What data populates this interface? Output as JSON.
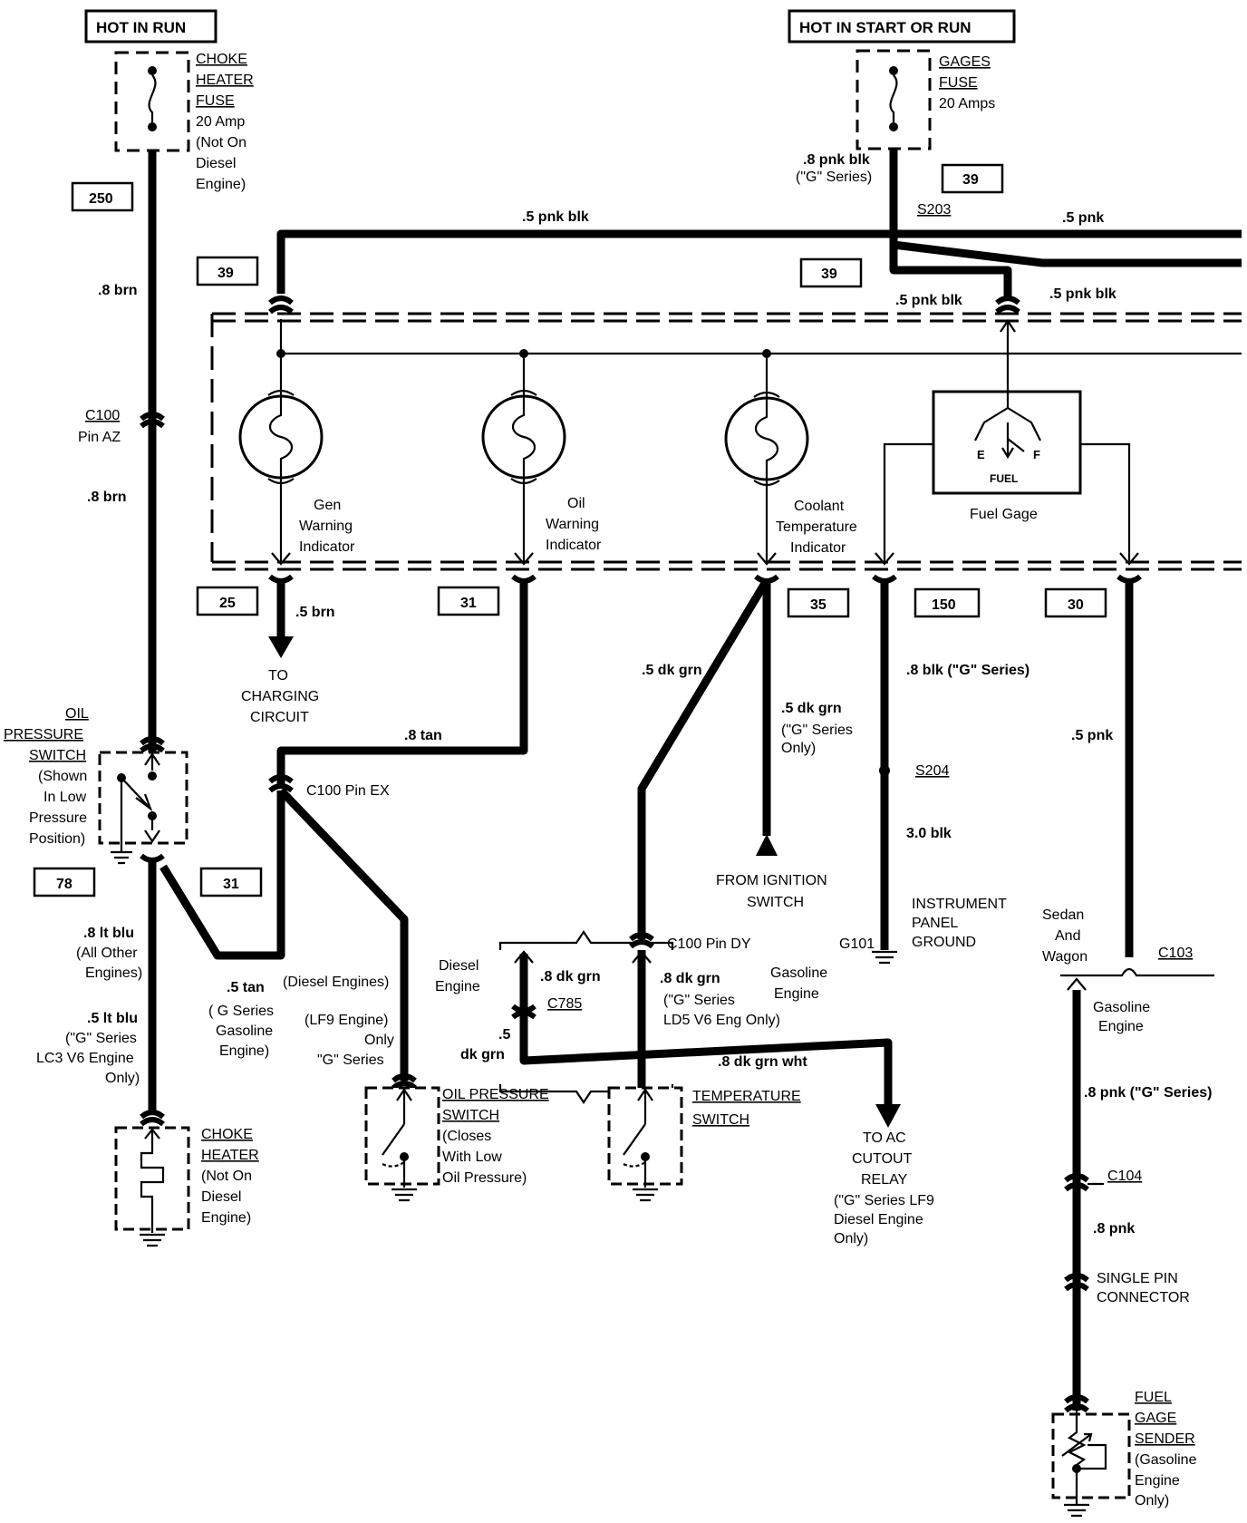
{
  "hot_in_run": "HOT IN RUN",
  "hot_in_start_or_run": "HOT IN START OR RUN",
  "choke_fuse": [
    "CHOKE",
    "HEATER",
    "FUSE",
    "20 Amp",
    "(Not On",
    "Diesel",
    "Engine)"
  ],
  "gages_fuse": [
    "GAGES",
    "FUSE",
    "20 Amps"
  ],
  "circuits": {
    "c250": "250",
    "c39a": "39",
    "c39b": "39",
    "c39c": "39",
    "c25": "25",
    "c31a": "31",
    "c35": "35",
    "c150": "150",
    "c30": "30",
    "c78": "78",
    "c31b": "31"
  },
  "wires": {
    "brn1": ".8 brn",
    "brn2": ".8 brn",
    "pnk_blk_top": ".5 pnk blk",
    "pnk_right": ".5 pnk",
    "pnk_blk_g": ".8 pnk blk",
    "g_series_paren": "(\"G\" Series)",
    "pnk_blk_mid": ".5 pnk blk",
    "pnk_blk_right": ".5 pnk blk",
    "brn_gen": ".5 brn",
    "tan": ".8 tan",
    "dk_grn1": ".5 dk grn",
    "dk_grn2": ".5 dk grn",
    "g_series_only": [
      "(\"G\" Series",
      "Only)"
    ],
    "blk_g": ".8 blk (\"G\" Series)",
    "blk30": "3.0 blk",
    "pnk5": ".5 pnk",
    "lt_blu1": ".8 lt blu",
    "lt_blu1_note": [
      "(All Other",
      "Engines)"
    ],
    "lt_blu2": ".5 lt blu",
    "lt_blu2_note": [
      "(\"G\" Series",
      "LC3 V6 Engine",
      "Only)"
    ],
    "tan5": ".5 tan",
    "diesel_engines": "(Diesel Engines)",
    "tan5_note": [
      "( G  Series",
      "Gasoline",
      "Engine)"
    ],
    "lf9_note": [
      "(LF9 Engine)",
      "Only",
      "\"G\" Series"
    ],
    "dk_grn_8a": ".8 dk grn",
    "dk_grn_8b": ".8 dk grn",
    "ld5_note": [
      "(\"G\" Series",
      "LD5 V6 Eng Only)"
    ],
    "dk_grn_5": [
      ".5",
      "dk grn"
    ],
    "dk_grn_wht": ".8 dk grn wht",
    "pnk_g": ".8 pnk (\"G\" Series)",
    "pnk_8": ".8 pnk"
  },
  "connectors": {
    "c100_az": [
      "C100",
      "Pin AZ"
    ],
    "c100_ex": "C100  Pin EX",
    "c100_dy": "C100 Pin DY",
    "c785": "C785",
    "c103": "C103",
    "c104": "C104",
    "s203": "S203",
    "s204": "S204",
    "g101": "G101",
    "single_pin": [
      "SINGLE PIN",
      "CONNECTOR"
    ]
  },
  "indicators": {
    "gen": [
      "Gen",
      "Warning",
      "Indicator"
    ],
    "oil": [
      "Oil",
      "Warning",
      "Indicator"
    ],
    "coolant": [
      "Coolant",
      "Temperature",
      "Indicator"
    ],
    "fuel_gage": "Fuel Gage",
    "fuel_e": "E",
    "fuel_f": "F",
    "fuel_word": "FUEL"
  },
  "labels": {
    "to_charging": [
      "TO",
      "CHARGING",
      "CIRCUIT"
    ],
    "oil_pressure_switch_left": [
      "OIL",
      "PRESSURE",
      "SWITCH",
      "(Shown",
      "In Low",
      "Pressure",
      "Position)"
    ],
    "from_ignition": [
      "FROM IGNITION",
      "SWITCH"
    ],
    "instrument_ground": [
      "INSTRUMENT",
      "PANEL",
      "GROUND"
    ],
    "sedan_wagon": [
      "Sedan",
      "And",
      "Wagon"
    ],
    "gasoline_engine_right": [
      "Gasoline",
      "Engine"
    ],
    "diesel_engine": [
      "Diesel",
      "Engine"
    ],
    "gasoline_engine_mid": [
      "Gasoline",
      "Engine"
    ],
    "oil_pressure_switch_bottom": [
      "OIL PRESSURE",
      "SWITCH",
      "(Closes",
      "With Low",
      "Oil Pressure)"
    ],
    "temperature_switch": [
      "TEMPERATURE",
      "SWITCH"
    ],
    "to_ac": [
      "TO AC",
      "CUTOUT",
      "RELAY",
      "(\"G\" Series LF9",
      "Diesel Engine",
      "Only)"
    ],
    "choke_heater": [
      "CHOKE",
      "HEATER",
      "(Not On",
      "Diesel",
      "Engine)"
    ],
    "fuel_gage_sender": [
      "FUEL",
      "GAGE",
      "SENDER",
      "(Gasoline",
      "Engine",
      "Only)"
    ]
  }
}
